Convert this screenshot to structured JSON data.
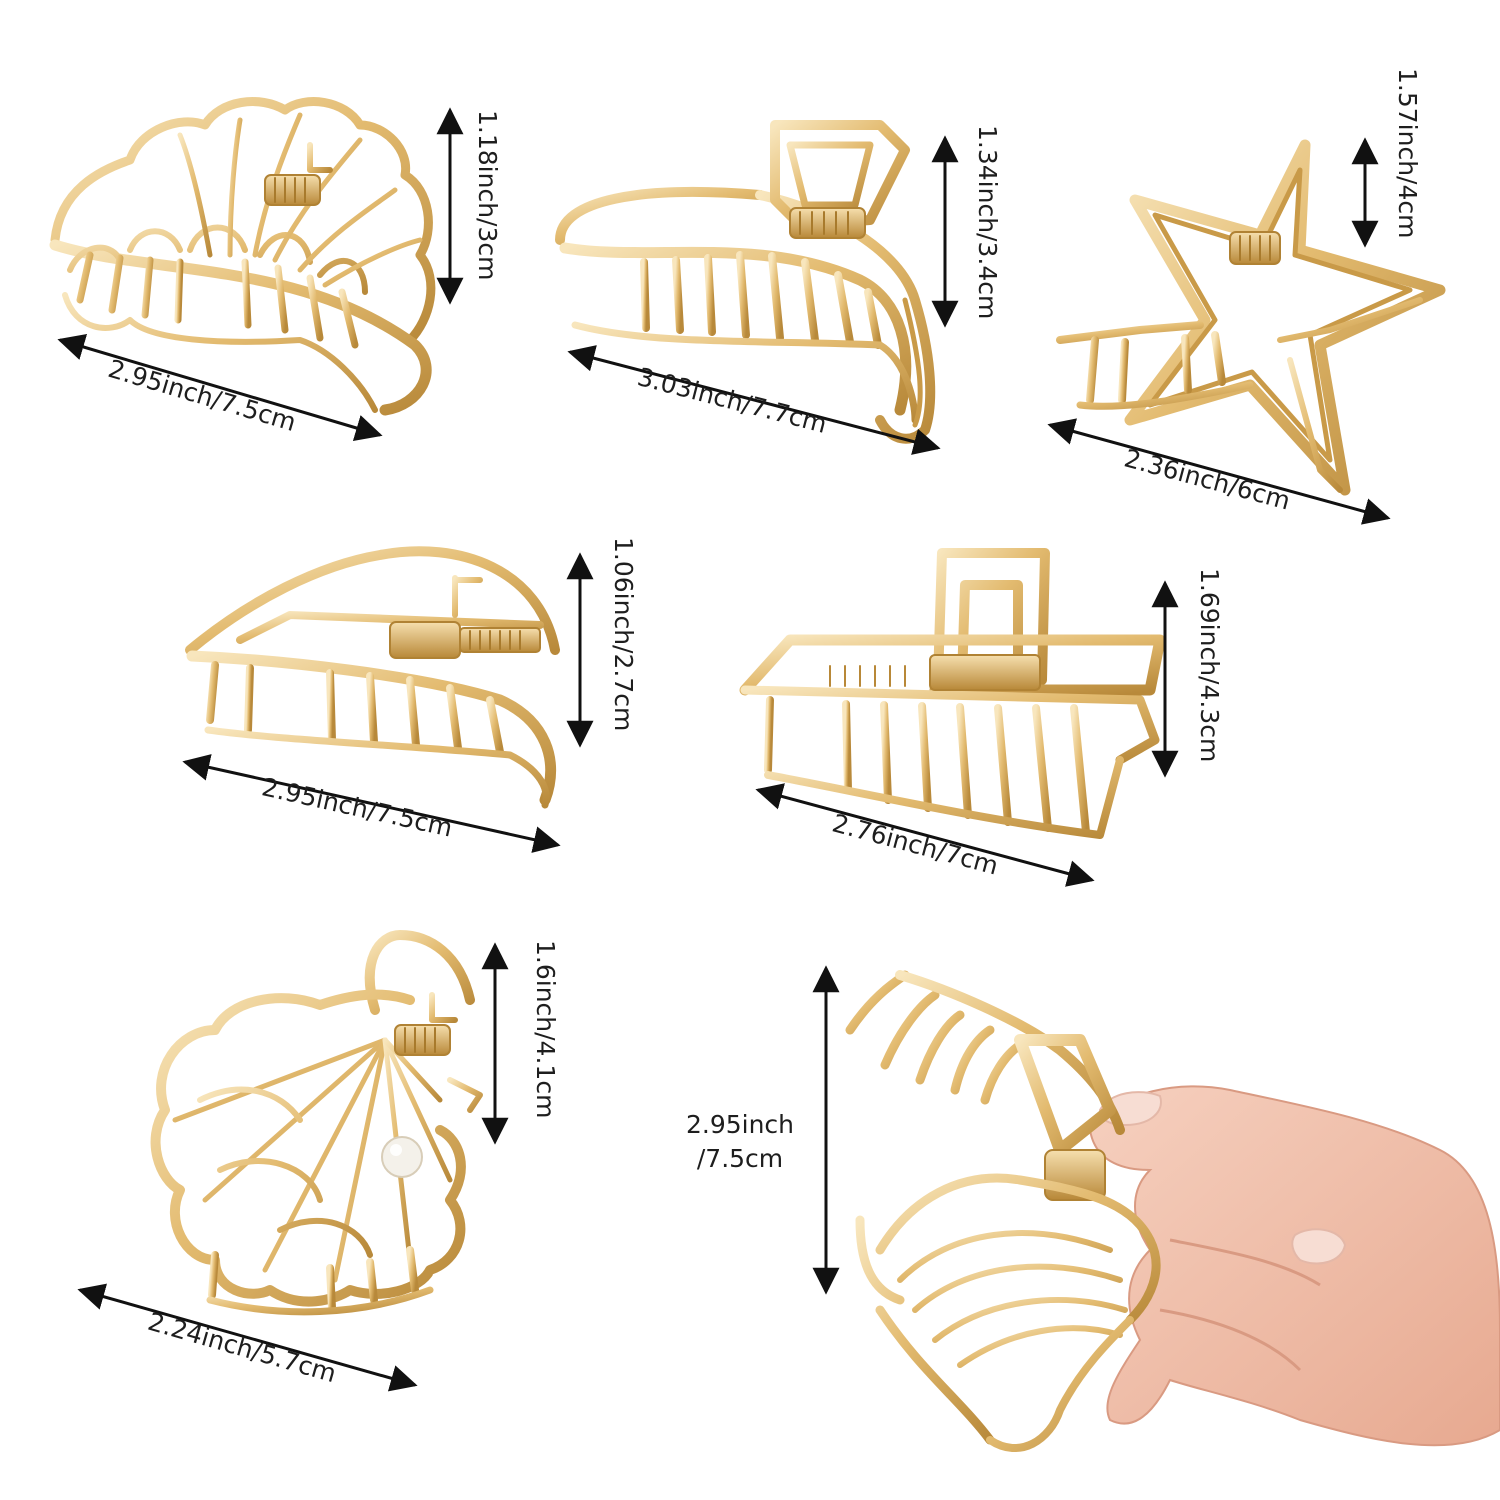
{
  "palette": {
    "gold_light": "#f6dfae",
    "gold_mid": "#e2b96c",
    "gold_dark": "#a87a2c",
    "arrow": "#111111",
    "skin": "#f2c4b0",
    "skin_shadow": "#e0a68f",
    "nail": "#f7ddd3",
    "pearl": "#f4f1ea"
  },
  "clips": [
    {
      "shape": "fan-shell",
      "width_label": "2.95inch/7.5cm",
      "height_label": "1.18inch/3cm"
    },
    {
      "shape": "half-moon",
      "width_label": "3.03inch/7.7cm",
      "height_label": "1.34inch/3.4cm"
    },
    {
      "shape": "star",
      "width_label": "2.36inch/6cm",
      "height_label": "1.57inch/4cm"
    },
    {
      "shape": "half-moon-open",
      "width_label": "2.95inch/7.5cm",
      "height_label": "1.06inch/2.7cm"
    },
    {
      "shape": "rectangle",
      "width_label": "2.76inch/7cm",
      "height_label": "1.69inch/4.3cm"
    },
    {
      "shape": "shell-with-pearl",
      "width_label": "2.24inch/5.7cm",
      "height_label": "1.6inch/4.1cm"
    }
  ],
  "hand_demo": {
    "length_label_line1": "2.95inch",
    "length_label_line2": "/7.5cm"
  }
}
